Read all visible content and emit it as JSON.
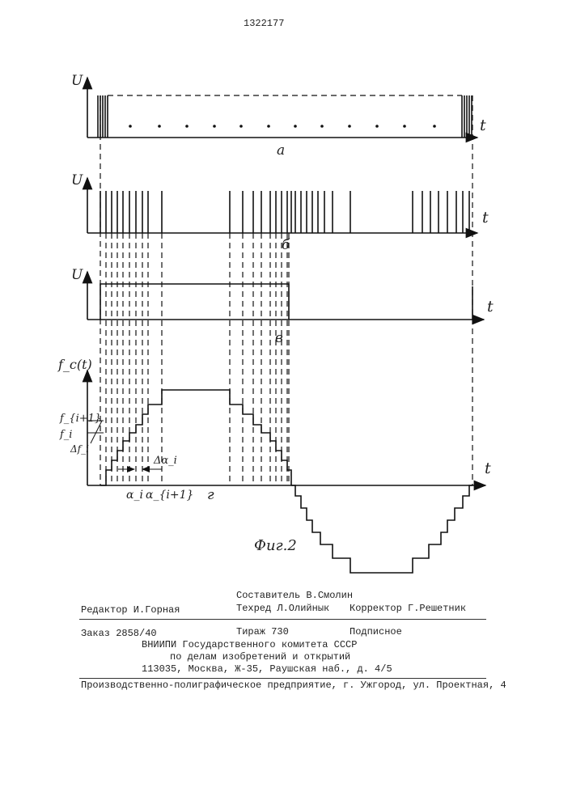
{
  "header": {
    "patent_number": "1322177"
  },
  "figure": {
    "panel_a": {
      "y_label": "U",
      "t_label": "t",
      "caption": "а"
    },
    "panel_b": {
      "y_label": "U",
      "t_label": "t",
      "caption": "б"
    },
    "panel_c": {
      "y_label": "U",
      "t_label": "t",
      "caption": "в"
    },
    "panel_d": {
      "y_label": "f_c(t)",
      "t_label": "t",
      "caption": "г",
      "level_upper": "f_{i+1}",
      "level_lower": "f_i",
      "delta_f": "Δf_i",
      "delta_alpha": "Δα_i",
      "alpha_i": "α_i",
      "alpha_i1": "α_{i+1}"
    },
    "figure_caption": "Фиг.2"
  },
  "footer": {
    "compiler": "Составитель В.Смолин",
    "editor": "Редактор И.Горная",
    "techred": "Техред Л.Олийнык",
    "corrector": "Корректор Г.Решетник",
    "order": "Заказ 2858/40",
    "circulation": "Тираж 730",
    "subscription": "Подписное",
    "org1": "ВНИИПИ Государственного комитета СССР",
    "org2": "по делам изобретений и открытий",
    "address": "113035, Москва, Ж-35, Раушская наб., д. 4/5",
    "printer": "Производственно-полиграфическое предприятие, г. Ужгород, ул. Проектная, 4"
  }
}
